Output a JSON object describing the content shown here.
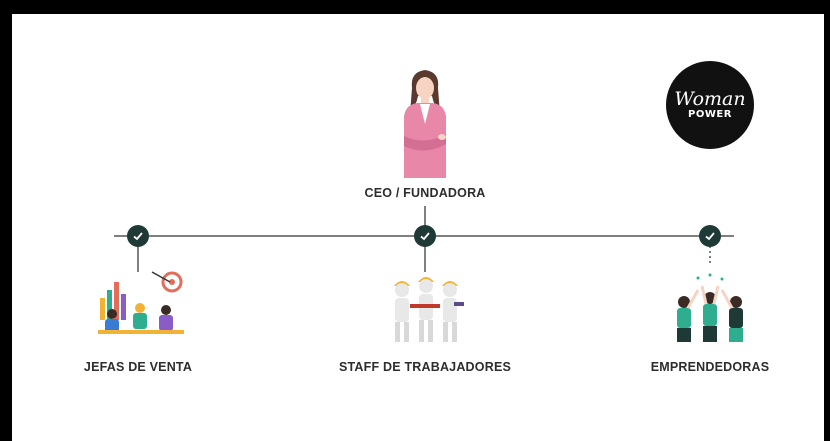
{
  "logo": {
    "line1": "Woman",
    "line2": "POWER"
  },
  "top_node": {
    "label": "CEO / FUNDADORA",
    "icon": "woman-ceo-illustration"
  },
  "branches": [
    {
      "label": "JEFAS DE VENTA",
      "icon": "sales-team-illustration"
    },
    {
      "label": "STAFF DE TRABAJADORES",
      "icon": "workers-illustration"
    },
    {
      "label": "EMPRENDEDORAS",
      "icon": "entrepreneurs-illustration"
    }
  ],
  "colors": {
    "line": "#4a4a4a",
    "check_bg": "#1f3a36",
    "accent_pink": "#e887a8",
    "accent_teal": "#2fae8f"
  }
}
